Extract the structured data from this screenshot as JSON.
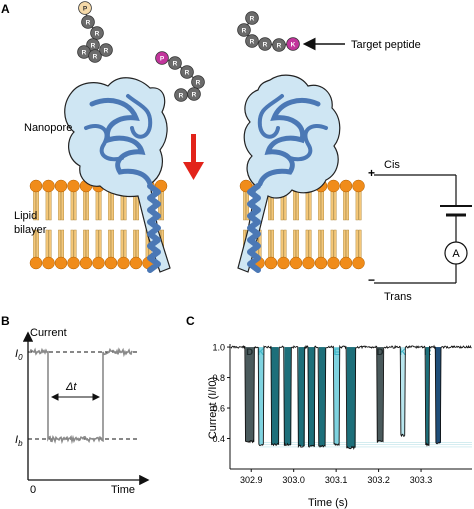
{
  "panel_labels": {
    "a": "A",
    "b": "B",
    "c": "C"
  },
  "panel_a": {
    "target_peptide_label": "Target peptide",
    "nanopore_label": "Nanopore",
    "lipid_label_line1": "Lipid",
    "lipid_label_line2": "bilayer",
    "cis_label": "Cis",
    "trans_label": "Trans",
    "plus_sign": "+",
    "minus_sign": "−",
    "ammeter_symbol": "A",
    "peptide_1": [
      "P",
      "R",
      "R",
      "R",
      "R",
      "R",
      "R"
    ],
    "peptide_2": [
      "P",
      "R",
      "R",
      "R",
      "R",
      "R"
    ],
    "peptide_3": [
      "R",
      "R",
      "R",
      "R",
      "R",
      "K"
    ],
    "colors": {
      "residue_grey": "#6b6b6b",
      "proline_tan": "#f5d9a8",
      "proline_magenta": "#c2359c",
      "lysine_magenta": "#c2359c",
      "protein_fill": "#cfe6f3",
      "protein_ribbon": "#4b78b5",
      "lipid_head": "#f08c1a",
      "lipid_tail": "#f4c77a",
      "arrow_red": "#e2231a"
    }
  },
  "panel_b": {
    "y_axis_label": "Current",
    "i0_label": "I",
    "i0_sub": "0",
    "ib_label": "I",
    "ib_sub": "b",
    "delta_t_label": "Δt",
    "origin_label": "0",
    "x_axis_label": "Time"
  },
  "chart_data": {
    "type": "line",
    "title": "",
    "xlabel": "Time (s)",
    "ylabel": "Current (I/I0)",
    "xlim": [
      302.85,
      303.42
    ],
    "ylim": [
      0.2,
      1.02
    ],
    "y_ticks": [
      0.4,
      0.6,
      0.8,
      1.0
    ],
    "x_ticks": [
      302.9,
      303.0,
      303.1,
      303.2,
      303.3
    ],
    "y_tick_labels": [
      "0.4",
      "0.6",
      "0.8",
      "1.0"
    ],
    "x_tick_labels": [
      "302.9",
      "303.0",
      "303.1",
      "303.2",
      "303.3"
    ],
    "grid": false,
    "events": [
      {
        "label": "D",
        "start": 302.886,
        "end": 302.907,
        "level": 0.38,
        "color": "#4a5a5c",
        "label_color": "#1f2b2d"
      },
      {
        "label": "K",
        "start": 302.917,
        "end": 302.929,
        "level": 0.36,
        "color": "#7fd3e0",
        "label_color": "#3fb6c8"
      },
      {
        "label": "R",
        "start": 302.947,
        "end": 302.965,
        "level": 0.36,
        "color": "#1d6f7a",
        "label_color": "#1d6f7a"
      },
      {
        "label": "R",
        "start": 302.978,
        "end": 302.994,
        "level": 0.36,
        "color": "#1d6f7a",
        "label_color": "#1d6f7a"
      },
      {
        "label": "R",
        "start": 303.011,
        "end": 303.026,
        "level": 0.35,
        "color": "#1d6f7a",
        "label_color": "#1d6f7a"
      },
      {
        "label": "R",
        "start": 303.034,
        "end": 303.05,
        "level": 0.35,
        "color": "#1d6f7a",
        "label_color": "#1d6f7a"
      },
      {
        "label": "R",
        "start": 303.059,
        "end": 303.075,
        "level": 0.35,
        "color": "#1d6f7a",
        "label_color": "#1d6f7a"
      },
      {
        "label": "E",
        "start": 303.095,
        "end": 303.108,
        "level": 0.36,
        "color": "#7fd3e0",
        "label_color": "#3fb6c8"
      },
      {
        "label": "R",
        "start": 303.125,
        "end": 303.146,
        "level": 0.34,
        "color": "#1d6f7a",
        "label_color": "#1d6f7a"
      },
      {
        "label": "D",
        "start": 303.196,
        "end": 303.211,
        "level": 0.38,
        "color": "#4a5a5c",
        "label_color": "#1f2b2d"
      },
      {
        "label": "K",
        "start": 303.252,
        "end": 303.262,
        "level": 0.42,
        "color": "#b9e6ee",
        "label_color": "#3fb6c8"
      },
      {
        "label": "R",
        "start": 303.311,
        "end": 303.32,
        "level": 0.36,
        "color": "#1d6f7a",
        "label_color": "#1d6f7a"
      },
      {
        "label": "H",
        "start": 303.334,
        "end": 303.347,
        "level": 0.37,
        "color": "#1f4e79",
        "label_color": "#1f4e79"
      }
    ]
  }
}
